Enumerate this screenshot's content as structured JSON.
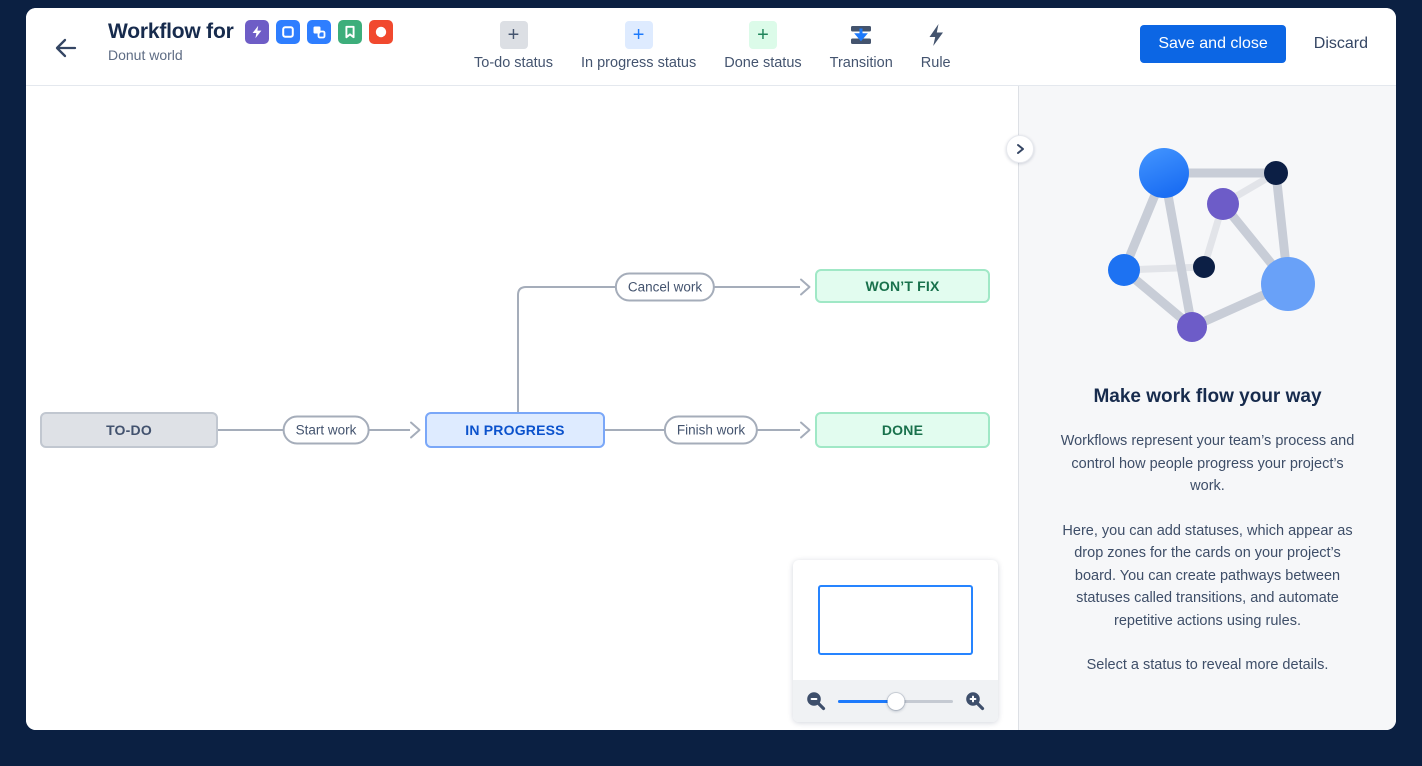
{
  "header": {
    "title": "Workflow for",
    "subtitle": "Donut world",
    "issue_icons": [
      {
        "name": "epic-lightning-icon"
      },
      {
        "name": "task-square-icon"
      },
      {
        "name": "subtask-icon"
      },
      {
        "name": "story-bookmark-icon"
      },
      {
        "name": "bug-circle-icon"
      }
    ],
    "toolbar": {
      "items": [
        {
          "label": "To-do status",
          "icon": "plus-gray-icon",
          "icon_char": "+"
        },
        {
          "label": "In progress status",
          "icon": "plus-blue-icon",
          "icon_char": "+"
        },
        {
          "label": "Done status",
          "icon": "plus-green-icon",
          "icon_char": "+"
        },
        {
          "label": "Transition",
          "icon": "transition-icon",
          "icon_char": ""
        },
        {
          "label": "Rule",
          "icon": "rule-lightning-icon",
          "icon_char": ""
        }
      ]
    },
    "actions": {
      "save": "Save and close",
      "discard": "Discard"
    }
  },
  "canvas": {
    "statuses": [
      {
        "label": "TO-DO",
        "category": "todo"
      },
      {
        "label": "IN PROGRESS",
        "category": "inprogress"
      },
      {
        "label": "DONE",
        "category": "done"
      },
      {
        "label": "WON’T FIX",
        "category": "done"
      }
    ],
    "transitions": [
      {
        "label": "Start work",
        "from": "TO-DO",
        "to": "IN PROGRESS"
      },
      {
        "label": "Finish work",
        "from": "IN PROGRESS",
        "to": "DONE"
      },
      {
        "label": "Cancel work",
        "from": "IN PROGRESS",
        "to": "WON’T FIX"
      }
    ],
    "minimap": {
      "slider_position": 0.5
    }
  },
  "sidebar": {
    "heading": "Make work flow your way",
    "paragraphs": [
      "Workflows represent your team’s process and control how people progress your project’s work.",
      "Here, you can add statuses, which appear as drop zones for the cards on your project’s board. You can create pathways between statuses called transitions, and automate repetitive actions using rules.",
      "Select a status to reveal more details."
    ]
  },
  "colors": {
    "frame_background": "#0B2042",
    "accent_blue": "#0C66E4",
    "status_todo_bg": "#DEE1E6",
    "status_todo_border": "#C1C7D0",
    "status_inprogress_bg": "#DEEBFF",
    "status_inprogress_border": "#7AA7F8",
    "status_inprogress_text": "#0B52CC",
    "status_done_bg": "#E2FCEF",
    "status_done_border": "#A0E8C6",
    "status_done_text": "#19714C",
    "connector_gray": "#A5ADBA",
    "heading_navy": "#172B4D"
  }
}
